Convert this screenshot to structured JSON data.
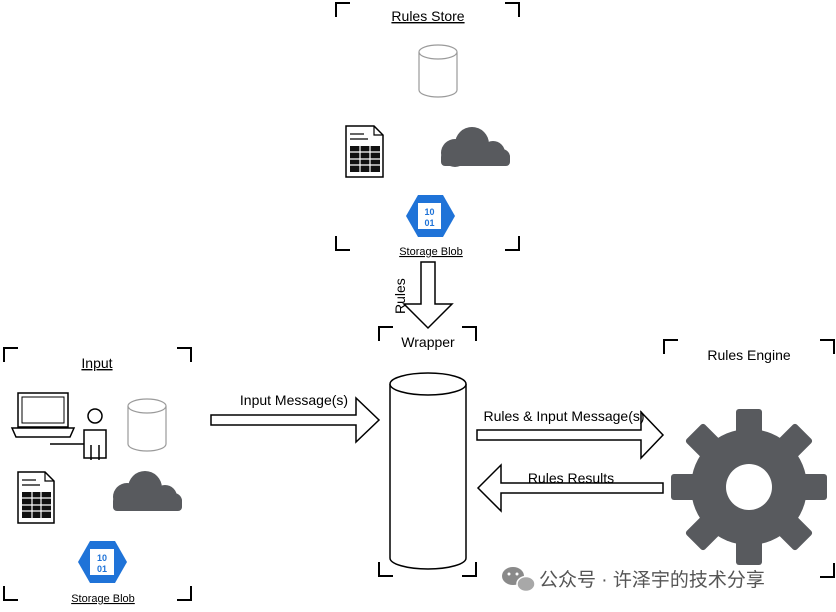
{
  "colors": {
    "icon_gray": "#585a5e",
    "azure_blue": "#1f73d8",
    "line": "#000000",
    "cylinder_outline": "#9a9a9a"
  },
  "rules_store": {
    "title": "Rules Store",
    "icons": [
      "database-icon",
      "spreadsheet-icon",
      "cloud-icon",
      "storage-blob-icon"
    ],
    "blob_label": "Storage Blob",
    "blob_glyph_top": "10",
    "blob_glyph_bottom": "01"
  },
  "rules_arrow": {
    "label": "Rules"
  },
  "input": {
    "title": "Input",
    "icons": [
      "laptop-user-icon",
      "database-icon",
      "spreadsheet-icon",
      "cloud-icon",
      "storage-blob-icon"
    ],
    "blob_label": "Storage Blob",
    "blob_glyph_top": "10",
    "blob_glyph_bottom": "01"
  },
  "wrapper": {
    "title": "Wrapper"
  },
  "rules_engine": {
    "title": "Rules Engine",
    "icon": "gear-icon"
  },
  "flows": {
    "input_message": "Input Message(s)",
    "rules_and_input": "Rules & Input Message(s)",
    "rules_results": "Rules Results"
  },
  "watermark": {
    "text": "公众号 · 许泽宇的技术分享",
    "icon": "wechat-icon"
  }
}
